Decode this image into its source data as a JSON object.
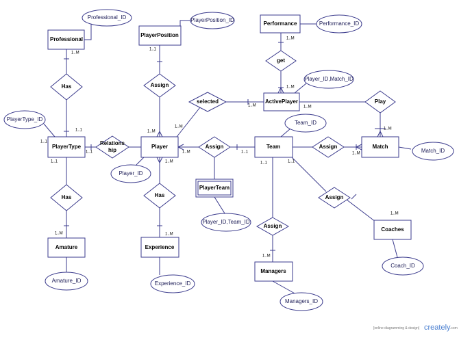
{
  "entities": {
    "professional": "Professional",
    "player_position": "PlayerPosition",
    "performance": "Performance",
    "player_type": "PlayerType",
    "player": "Player",
    "team": "Team",
    "match": "Match",
    "active_player": "ActivePlayer",
    "player_team": "PlayerTeam",
    "amature": "Amature",
    "experience": "Experience",
    "managers": "Managers",
    "coaches": "Coaches"
  },
  "relationships": {
    "has_professional": "Has",
    "assign_position": "Assign",
    "get": "get",
    "selected": "selected",
    "play": "Play",
    "relationship_line1": "Relations",
    "relationship_line2": "hip",
    "assign_team": "Assign",
    "assign_match": "Assign",
    "has_amature": "Has",
    "has_experience": "Has",
    "assign_managers": "Assign",
    "assign_coaches": "Assign"
  },
  "attributes": {
    "professional_id": "Professional_ID",
    "player_position_id": "PlayerPosition_ID",
    "performance_id": "Performance_ID",
    "player_match_id": "Player_ID,Match_ID",
    "player_type_id": "PlayerType_ID",
    "team_id": "Team_ID",
    "player_id": "Player_ID",
    "match_id": "Match_ID",
    "player_team_id": "Player_ID,Team_ID",
    "amature_id": "Amature_ID",
    "experience_id": "Experience_ID",
    "managers_id": "Managers_ID",
    "coach_id": "Coach_ID"
  },
  "cardinalities": {
    "professional_has": "1..M",
    "has_playertype": "1..1",
    "position_player_top": "1..1",
    "player_top_m": "1..M",
    "player_top_m2": "1..M",
    "performance_get": "1..M",
    "get_active": "1..M",
    "selected_active": "1..M",
    "active_play": "1..M",
    "play_match": "1..M",
    "playertype_rel": "1..1",
    "playertype_left": "1..1",
    "playertype_bottom": "1..1",
    "player_right": "1..M",
    "player_bottom": "1..M",
    "team_left": "1..1",
    "team_bottom": "1..1",
    "team_br": "1..1",
    "match_left": "1..M",
    "amature_top": "1..M",
    "experience_top": "1..M",
    "managers_top": "1..M",
    "coaches_top": "1..M"
  },
  "watermark": {
    "caption": "[online diagramming & design]",
    "brand": "creately",
    "suffix": ".com"
  }
}
